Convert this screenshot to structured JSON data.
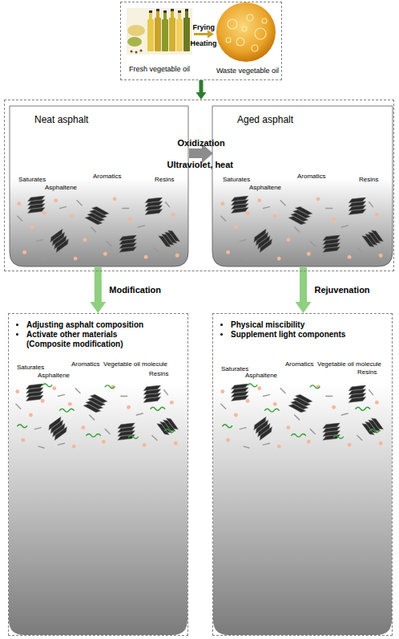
{
  "diagram": {
    "nodes": [
      {
        "text": []
      },
      {
        "text": [
          "Fresh vegetable oil"
        ],
        "in": 0
      },
      {
        "text": [
          "Waste vegetable oil"
        ],
        "in": 0
      },
      {
        "text": []
      },
      {
        "text": [
          "Neat asphalt",
          "Saturates",
          "Aromatics",
          "Resins",
          "Asphaltene"
        ],
        "in": 3
      },
      {
        "text": [
          "Aged asphalt",
          "Saturates",
          "Aromatics",
          "Resins",
          "Asphaltene"
        ],
        "in": 3
      },
      {
        "text": [
          "Adjusting asphalt composition",
          "Activate other materials (Composite modification)",
          "Saturates",
          "Aromatics",
          "Vegetable oil molecule",
          "Asphaltene",
          "Resins"
        ]
      },
      {
        "text": [
          "Physical miscibility",
          "Supplement light components",
          "Saturates",
          "Aromatics",
          "Vegetable oil molecule",
          "Asphaltene",
          "Resins"
        ]
      }
    ],
    "edges": [
      {
        "from": 1,
        "to": 2,
        "label": "Frying",
        "arrow": "to"
      },
      {
        "from": 0,
        "to": 3,
        "arrow": "to"
      },
      {
        "from": 4,
        "to": 5,
        "label": "Oxidization",
        "arrow": "to"
      },
      {
        "from": 4,
        "to": 6,
        "label": "Modification",
        "arrow": "to"
      },
      {
        "from": 5,
        "to": 7,
        "label": "Rejuvenation",
        "arrow": "to"
      }
    ],
    "labels": [
      "Heating",
      "Ultraviolet, heat"
    ]
  }
}
